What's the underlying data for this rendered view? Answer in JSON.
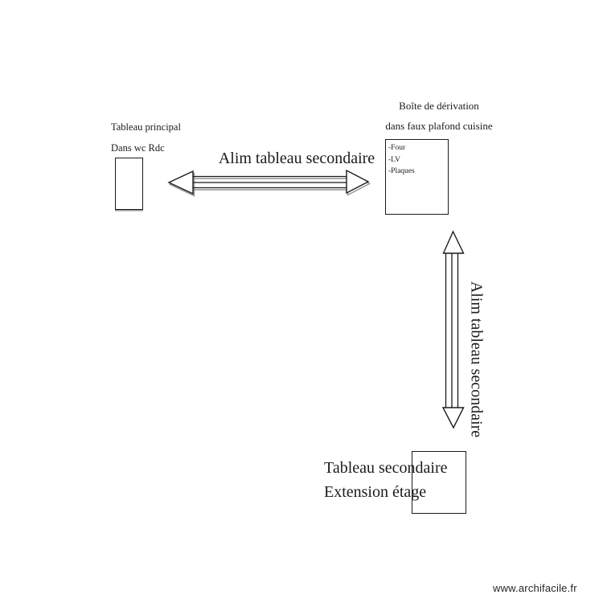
{
  "meta": {
    "colors": {
      "ink": "#1b1b1b",
      "shadow": "#919191",
      "background": "#ffffff",
      "watermark": "#262626"
    }
  },
  "diagram": {
    "main_panel": {
      "label_line1": "Tableau principal",
      "label_line2": "Dans wc Rdc"
    },
    "junction_box": {
      "label_line1": "Boîte de dérivation",
      "label_line2": "dans faux plafond cuisine",
      "circuits": [
        "-Four",
        "-LV",
        "-Plaques"
      ]
    },
    "secondary_panel": {
      "label_line1": "Tableau secondaire",
      "label_line2": "Extension étage"
    },
    "links": {
      "horizontal_label": "Alim tableau secondaire",
      "vertical_label": "Alim tableau secondaire"
    }
  },
  "watermark": {
    "text": "www.archifacile.fr"
  }
}
